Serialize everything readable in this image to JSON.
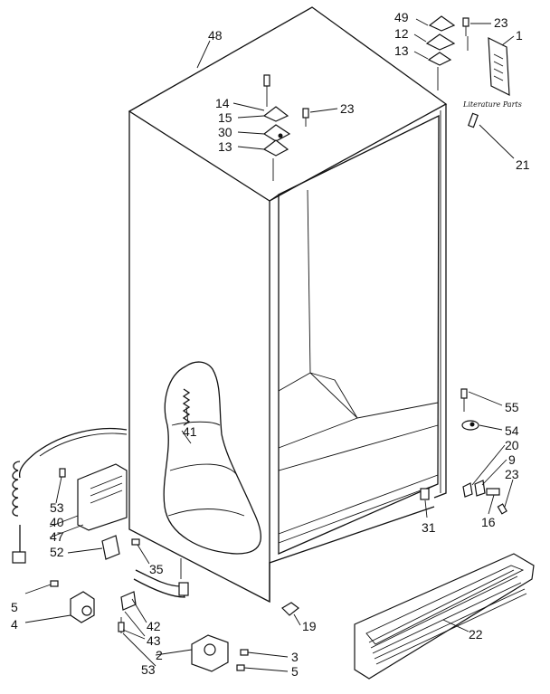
{
  "diagram": {
    "literature_label": "Literature Parts",
    "callouts": [
      "48",
      "49",
      "23",
      "12",
      "13",
      "1",
      "14",
      "15",
      "23",
      "30",
      "13",
      "21",
      "41",
      "55",
      "54",
      "20",
      "9",
      "23",
      "16",
      "31",
      "53",
      "40",
      "47",
      "52",
      "35",
      "5",
      "4",
      "42",
      "43",
      "2",
      "53",
      "19",
      "3",
      "5",
      "22"
    ]
  }
}
